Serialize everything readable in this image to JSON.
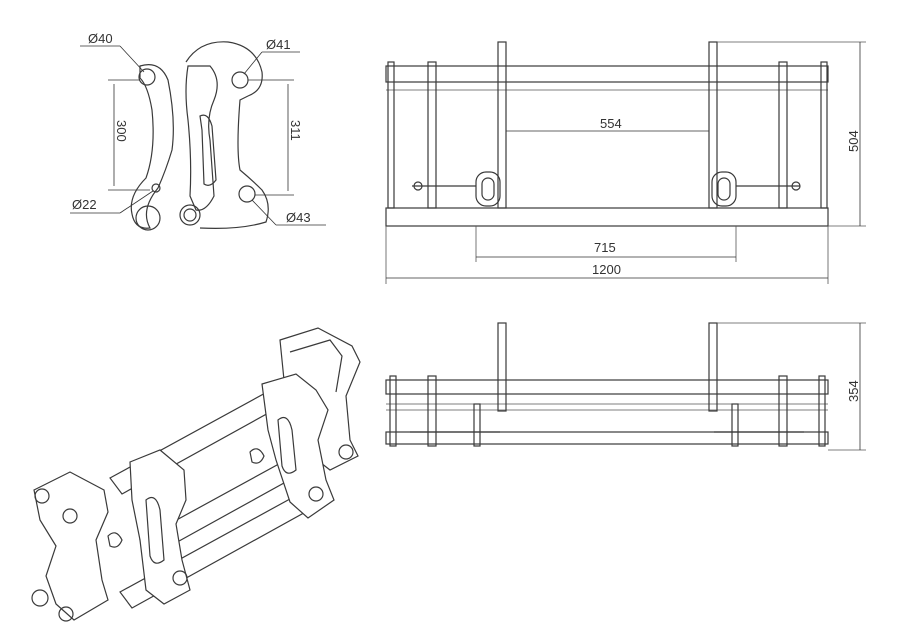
{
  "side_view": {
    "hole_top_left": "Ø40",
    "hole_top_right": "Ø41",
    "hole_small": "Ø22",
    "hole_bottom_right": "Ø43",
    "dim_left_vertical": "300",
    "dim_right_vertical": "311"
  },
  "front_view": {
    "inner_span": "554",
    "mid_span": "715",
    "overall_width": "1200",
    "overall_height": "504"
  },
  "top_view": {
    "overall_height": "354"
  },
  "colors": {
    "line": "#3a3a3a",
    "background": "#ffffff"
  }
}
